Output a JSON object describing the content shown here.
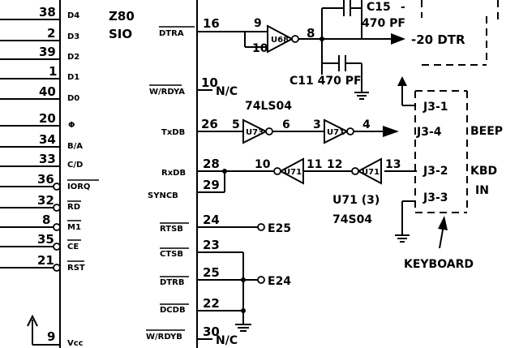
{
  "chip": {
    "name": "Z80",
    "type": "SIO"
  },
  "left_pins": [
    {
      "num": "38",
      "sig": "D4"
    },
    {
      "num": "2",
      "sig": "D3"
    },
    {
      "num": "39",
      "sig": "D2"
    },
    {
      "num": "1",
      "sig": "D1"
    },
    {
      "num": "40",
      "sig": "D0"
    },
    {
      "num": "20",
      "sig": "Φ"
    },
    {
      "num": "34",
      "sig": "B/A"
    },
    {
      "num": "33",
      "sig": "C/D"
    },
    {
      "num": "36",
      "sig": "IORQ"
    },
    {
      "num": "32",
      "sig": "RD"
    },
    {
      "num": "8",
      "sig": "M1"
    },
    {
      "num": "35",
      "sig": "CE"
    },
    {
      "num": "21",
      "sig": "RST"
    },
    {
      "num": "9",
      "sig": "Vcc"
    }
  ],
  "right_pins": [
    {
      "num": "16",
      "sig": "DTRA"
    },
    {
      "num": "10",
      "sig": "W/RDYA",
      "note": "N/C"
    },
    {
      "num": "26",
      "sig": "TxDB"
    },
    {
      "num": "28",
      "sig": "RxDB"
    },
    {
      "num": "29",
      "sig": "SYNCB"
    },
    {
      "num": "24",
      "sig": "RTSB"
    },
    {
      "num": "23",
      "sig": "CTSB"
    },
    {
      "num": "25",
      "sig": "DTRB"
    },
    {
      "num": "22",
      "sig": "DCDB"
    },
    {
      "num": "30",
      "sig": "W/RDYB",
      "note": "N/C"
    }
  ],
  "gates": {
    "u68": {
      "ref": "U68",
      "in": "9",
      "in2": "10",
      "out": "8"
    },
    "u73": {
      "ref": "U73",
      "in": "5",
      "out": "6"
    },
    "u71a": {
      "ref": "U71",
      "in": "3",
      "out": "4"
    },
    "u71b": {
      "ref": "U71",
      "in": "11",
      "out": "10"
    },
    "u71c": {
      "ref": "U71",
      "in": "13",
      "out": "12"
    }
  },
  "labels": {
    "family_top": "74LS04",
    "u71_note": "U71 (3)",
    "family_bottom": "74S04",
    "c15": "C15",
    "c15_val": "470 PF",
    "c11": "C11  470 PF",
    "dtr": "-20 DTR",
    "e25": "E25",
    "e24": "E24",
    "keyboard": "KEYBOARD",
    "beep": "BEEP",
    "kbd": "KBD",
    "in": "IN",
    "minus": "-"
  },
  "connector": [
    {
      "pin": "J3-1"
    },
    {
      "pin": "J3-4"
    },
    {
      "pin": "J3-2"
    },
    {
      "pin": "J3-3"
    }
  ]
}
